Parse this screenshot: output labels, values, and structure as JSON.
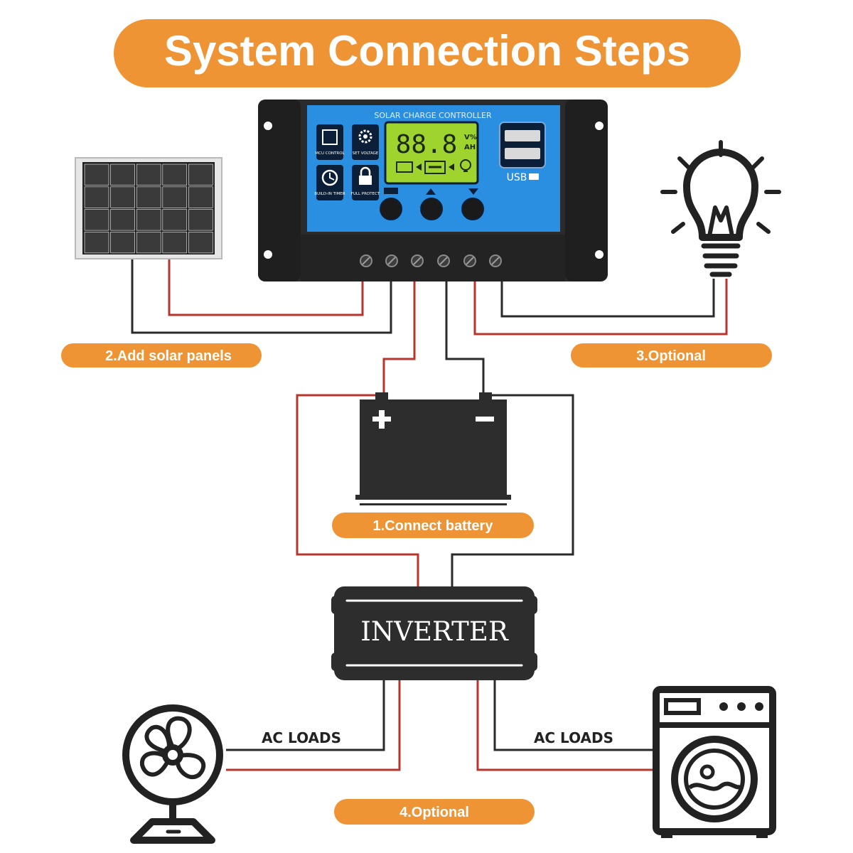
{
  "title": "System Connection Steps",
  "steps": {
    "step1": "1.Connect battery",
    "step2": "2.Add solar panels",
    "step3": "3.Optional",
    "step4": "4.Optional"
  },
  "controller": {
    "heading": "SOLAR CHARGE CONTROLLER",
    "display_value": "88.8",
    "display_units_top": "V%",
    "display_units_bottom": "AH",
    "usb_label": "USB",
    "left_icons": [
      {
        "name": "microchip-icon",
        "label": "MCU CONTROL"
      },
      {
        "name": "gear-icon",
        "label": "SET VOLTAGE"
      },
      {
        "name": "clock-icon",
        "label": "BUILD-IN TIMER"
      },
      {
        "name": "lock-icon",
        "label": "FULL PROTECT"
      }
    ]
  },
  "inverter_label": "INVERTER",
  "ac_loads_left": "AC LOADS",
  "ac_loads_right": "AC LOADS",
  "colors": {
    "accent": "#ef9434",
    "panel_blue": "#2a8fe0",
    "lcd_green": "#9fd42f",
    "wire_red": "#b8352e",
    "wire_black": "#2a2a2a",
    "device_dark": "#2d2d2d"
  }
}
